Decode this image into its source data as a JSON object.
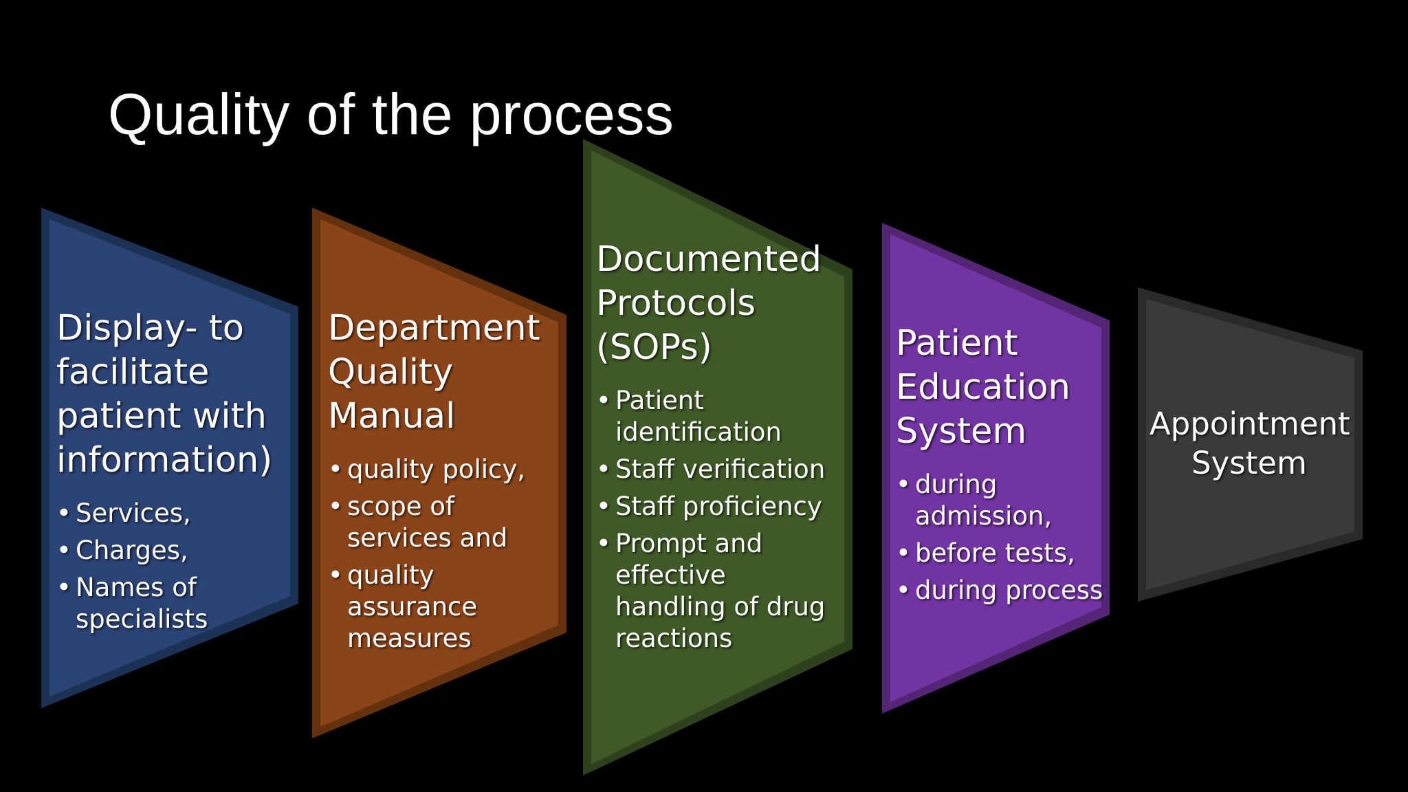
{
  "title": "Quality of the process",
  "panels": [
    {
      "color": "#2b4375",
      "heading": [
        "Display- to",
        "facilitate",
        "patient with",
        "information)"
      ],
      "bullets": [
        "Services,",
        "Charges,",
        "Names of specialists"
      ]
    },
    {
      "color": "#8b4418",
      "heading": [
        "Department",
        "Quality",
        "Manual"
      ],
      "bullets": [
        "quality policy,",
        "scope of services and",
        "quality assurance measures"
      ]
    },
    {
      "color": "#3f5a26",
      "heading": [
        "Documented",
        "Protocols",
        "(SOPs)"
      ],
      "bullets": [
        "Patient identification",
        "Staff verification",
        "Staff proficiency",
        "Prompt and effective handling of drug reactions"
      ]
    },
    {
      "color": "#7234a3",
      "heading": [
        "Patient",
        "Education",
        "System"
      ],
      "bullets": [
        "during admission,",
        "before tests,",
        "during process"
      ]
    },
    {
      "color": "#3a3a3c",
      "heading": [
        "Appointment",
        "System"
      ],
      "bullets": []
    }
  ]
}
